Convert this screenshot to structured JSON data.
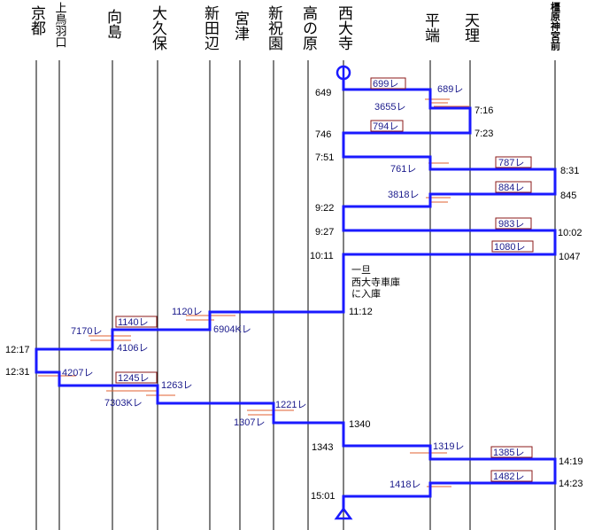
{
  "stations": [
    {
      "id": "kyoto",
      "name": "京都"
    },
    {
      "id": "kamitoba",
      "name": "上鳥羽口"
    },
    {
      "id": "mukaijima",
      "name": "向島"
    },
    {
      "id": "okubo",
      "name": "大久保"
    },
    {
      "id": "shintanabe",
      "name": "新田辺"
    },
    {
      "id": "miyazu",
      "name": "宮津"
    },
    {
      "id": "shinhosono",
      "name": "新祝園"
    },
    {
      "id": "takanohara",
      "name": "高の原"
    },
    {
      "id": "saidaiji",
      "name": "西大寺"
    },
    {
      "id": "hirahata",
      "name": "平端"
    },
    {
      "id": "tenri",
      "name": "天理"
    },
    {
      "id": "kashiharajingu",
      "name": "橿原神宮前"
    }
  ],
  "times": [
    {
      "id": "t649",
      "text": "649"
    },
    {
      "id": "t716",
      "text": "7:16"
    },
    {
      "id": "t723",
      "text": "7:23"
    },
    {
      "id": "t746",
      "text": "746"
    },
    {
      "id": "t751",
      "text": "7:51"
    },
    {
      "id": "t831",
      "text": "8:31"
    },
    {
      "id": "t845",
      "text": "845"
    },
    {
      "id": "t922",
      "text": "9:22"
    },
    {
      "id": "t927",
      "text": "9:27"
    },
    {
      "id": "t1002",
      "text": "10:02"
    },
    {
      "id": "t1011",
      "text": "10:11"
    },
    {
      "id": "t1047",
      "text": "1047"
    },
    {
      "id": "t1112",
      "text": "11:12"
    },
    {
      "id": "t1217",
      "text": "12:17"
    },
    {
      "id": "t1231",
      "text": "12:31"
    },
    {
      "id": "t1340",
      "text": "1340"
    },
    {
      "id": "t1343",
      "text": "1343"
    },
    {
      "id": "t1419",
      "text": "14:19"
    },
    {
      "id": "t1423",
      "text": "14:23"
    },
    {
      "id": "t1501",
      "text": "15:01"
    }
  ],
  "trains": [
    {
      "id": "tr699",
      "text": "699レ",
      "boxed": true
    },
    {
      "id": "tr689",
      "text": "689レ",
      "boxed": false
    },
    {
      "id": "tr3655",
      "text": "3655レ",
      "boxed": false
    },
    {
      "id": "tr794",
      "text": "794レ",
      "boxed": true
    },
    {
      "id": "tr761",
      "text": "761レ",
      "boxed": false
    },
    {
      "id": "tr787",
      "text": "787レ",
      "boxed": true
    },
    {
      "id": "tr884",
      "text": "884レ",
      "boxed": true
    },
    {
      "id": "tr3818",
      "text": "3818レ",
      "boxed": false
    },
    {
      "id": "tr983",
      "text": "983レ",
      "boxed": true
    },
    {
      "id": "tr1080",
      "text": "1080レ",
      "boxed": true
    },
    {
      "id": "tr1120",
      "text": "1120レ",
      "boxed": false
    },
    {
      "id": "tr1140",
      "text": "1140レ",
      "boxed": true
    },
    {
      "id": "tr6904k",
      "text": "6904Kレ",
      "boxed": false
    },
    {
      "id": "tr7170",
      "text": "7170レ",
      "boxed": false
    },
    {
      "id": "tr4106",
      "text": "4106レ",
      "boxed": false
    },
    {
      "id": "tr4207",
      "text": "4207レ",
      "boxed": false
    },
    {
      "id": "tr1245",
      "text": "1245レ",
      "boxed": true
    },
    {
      "id": "tr1263",
      "text": "1263レ",
      "boxed": false
    },
    {
      "id": "tr7303k",
      "text": "7303Kレ",
      "boxed": false
    },
    {
      "id": "tr1221",
      "text": "1221レ",
      "boxed": false
    },
    {
      "id": "tr1307",
      "text": "1307レ",
      "boxed": false
    },
    {
      "id": "tr1319",
      "text": "1319レ",
      "boxed": false
    },
    {
      "id": "tr1385",
      "text": "1385レ",
      "boxed": true
    },
    {
      "id": "tr1482",
      "text": "1482レ",
      "boxed": true
    },
    {
      "id": "tr1418",
      "text": "1418レ",
      "boxed": false
    }
  ],
  "note": {
    "line1": "一旦",
    "line2": "西大寺車庫",
    "line3": "に入庫"
  },
  "colors": {
    "route": "#1a1aff",
    "label": "#1b1b8c",
    "box": "#8b1a1a",
    "tick": "#e06030",
    "rail": "#000000"
  }
}
